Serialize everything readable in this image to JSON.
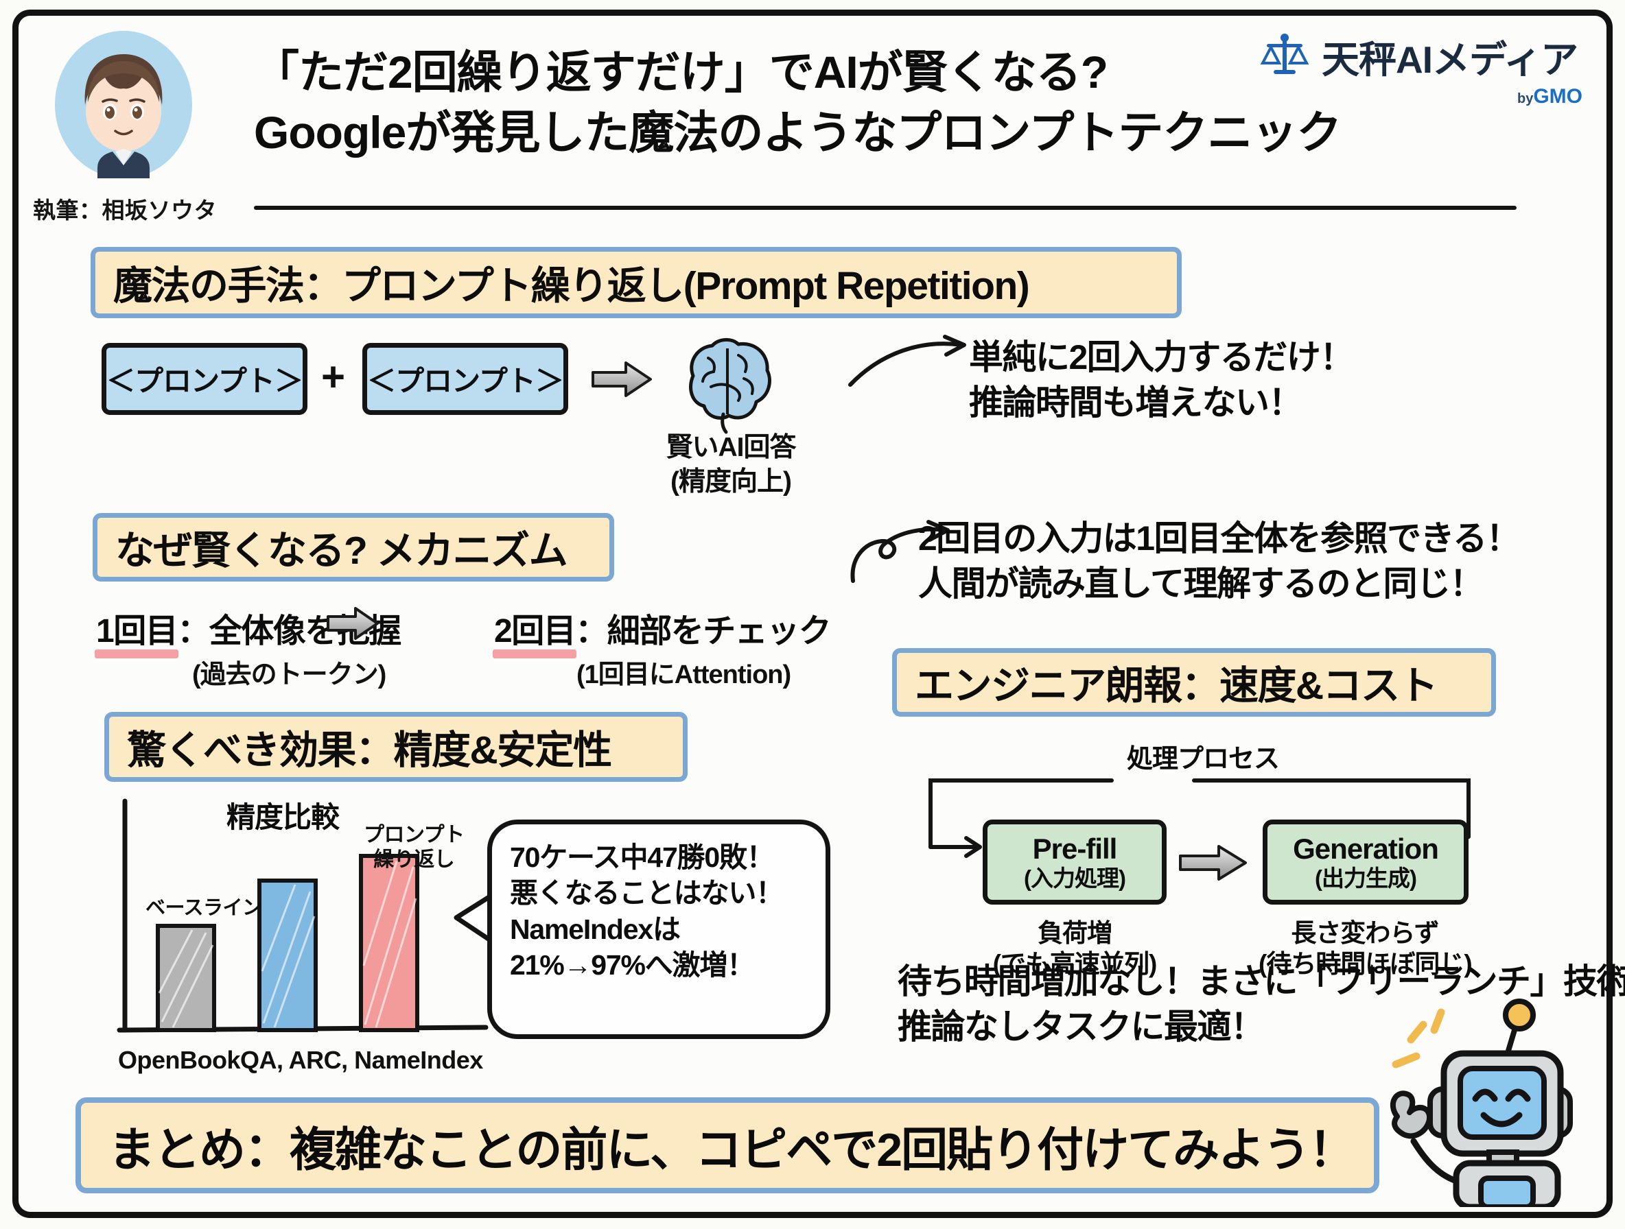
{
  "header": {
    "title_line1": "「ただ2回繰り返すだけ」でAIが賢くなる?",
    "title_line2": "Googleが発見した魔法のようなプロンプトテクニック",
    "byline": "執筆：相坂ソウタ",
    "logo_text": "天秤AIメディア",
    "logo_by": "by",
    "logo_brand": "GMO",
    "logo_icon": "balance-scale-icon",
    "avatar_icon": "author-avatar"
  },
  "section1": {
    "banner": "魔法の手法：プロンプト繰り返し(Prompt Repetition)",
    "prompt_box_1": "＜プロンプト＞",
    "prompt_box_2": "＜プロンプト＞",
    "plus": "+",
    "brain_caption_line1": "賢いAI回答",
    "brain_caption_line2": "(精度向上)",
    "note_line1": "単純に2回入力するだけ！",
    "note_line2": "推論時間も増えない！"
  },
  "section2": {
    "banner": "なぜ賢くなる? メカニズム",
    "step1_highlight": "1回目",
    "step1_rest": "：全体像を把握",
    "step1_sub": "(過去のトークン)",
    "step2_highlight": "2回目",
    "step2_rest": "：細部をチェック",
    "step2_sub": "(1回目にAttention)",
    "note_line1": "2回目の入力は1回目全体を参照できる！",
    "note_line2": "人間が読み直して理解するのと同じ！"
  },
  "section3": {
    "banner": "驚くべき効果：精度&安定性",
    "bubble_line1": "70ケース中47勝0敗！",
    "bubble_line2": "悪くなることはない！",
    "bubble_line3": "NameIndexは",
    "bubble_line4": "21%→97%へ激増！"
  },
  "section4": {
    "banner": "エンジニア朗報：速度&コスト",
    "process_title": "処理プロセス",
    "box1_en": "Pre-fill",
    "box1_jp": "(入力処理)",
    "box2_en": "Generation",
    "box2_jp": "(出力生成)",
    "cap1_line1": "負荷増",
    "cap1_line2": "(でも高速並列)",
    "cap2_line1": "長さ変わらず",
    "cap2_line2": "(待ち時間ほぼ同じ)",
    "note_line1": "待ち時間増加なし！まさに「フリーランチ」技術！",
    "note_line2": "推論なしタスクに最適！"
  },
  "summary": {
    "text": "まとめ：複雑なことの前に、コピペで2回貼り付けてみよう！",
    "mascot_icon": "waving-robot-icon"
  },
  "colors": {
    "banner_fill": "#fbeac4",
    "banner_border": "#7aa7d4",
    "prompt_fill": "#bcddf0",
    "process_fill": "#cfe6ce",
    "bar_baseline": "#b4b4b4",
    "bar_middle": "#7fb8e0",
    "bar_repeat": "#f39a9a",
    "highlight_underline": "#f4a0a4",
    "ink": "#121212"
  },
  "chart_data": {
    "type": "bar",
    "title": "精度比較",
    "categories": [
      "OpenBookQA",
      "ARC",
      "NameIndex"
    ],
    "values": [
      52,
      72,
      84
    ],
    "series": [
      {
        "name": "ベースライン",
        "values": [
          52
        ]
      },
      {
        "name": "プロンプト繰り返し",
        "values": [
          84
        ]
      }
    ],
    "bar_colors": [
      "#b4b4b4",
      "#7fb8e0",
      "#f39a9a"
    ],
    "annotations": [
      "ベースライン",
      "プロンプト繰り返し"
    ],
    "xlabel": "OpenBookQA, ARC, NameIndex",
    "ylabel": "",
    "ylim": [
      0,
      100
    ],
    "grid": false,
    "legend": "inline-labels"
  }
}
